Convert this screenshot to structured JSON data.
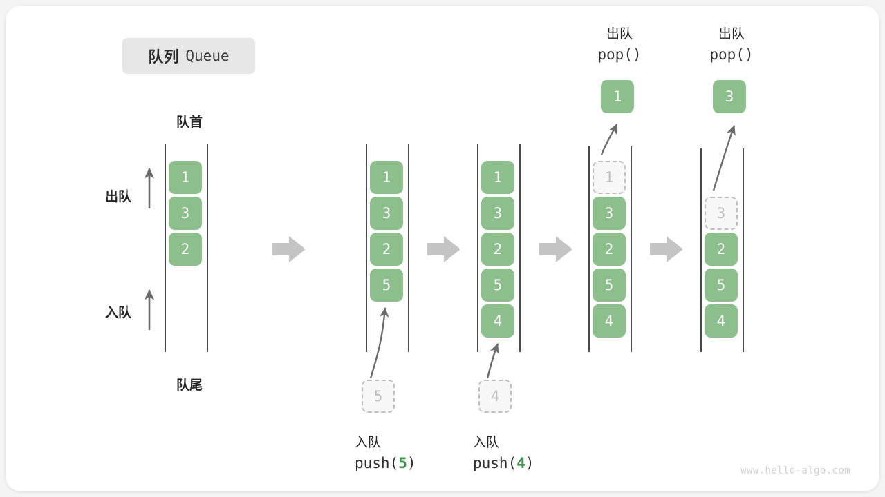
{
  "title": {
    "cn": "队列",
    "en": "Queue"
  },
  "head_label": "队首",
  "tail_label": "队尾",
  "side": {
    "dequeue": "出队",
    "enqueue": "入队"
  },
  "watermark": "www.hello-algo.com",
  "colors": {
    "item_fill": "#8cbf8c",
    "item_text": "#ffffff",
    "ghost_fill": "#f7f7f7",
    "ghost_border": "#bfbfbf",
    "ghost_text": "#bdbdbd",
    "rail": "#4a4a4a",
    "flow_arrow": "#c4c4c4",
    "accent_number": "#3f8f4f",
    "badge_bg": "#e6e6e6",
    "card_bg": "#ffffff",
    "page_bg": "#f4f4f4"
  },
  "columns": [
    {
      "id": "col-initial",
      "items": [
        "1",
        "3",
        "2"
      ],
      "ghost_index": -1,
      "top_caption": null,
      "popped": null,
      "pending": null,
      "bottom_caption": null
    },
    {
      "id": "col-push-5",
      "items": [
        "1",
        "3",
        "2",
        "5"
      ],
      "ghost_index": -1,
      "top_caption": null,
      "popped": null,
      "pending": "5",
      "bottom_caption": {
        "cn": "入队",
        "code_prefix": "push(",
        "code_num": "5",
        "code_suffix": ")"
      }
    },
    {
      "id": "col-push-4",
      "items": [
        "1",
        "3",
        "2",
        "5",
        "4"
      ],
      "ghost_index": -1,
      "top_caption": null,
      "popped": null,
      "pending": "4",
      "bottom_caption": {
        "cn": "入队",
        "code_prefix": "push(",
        "code_num": "4",
        "code_suffix": ")"
      }
    },
    {
      "id": "col-pop-1",
      "items": [
        "1",
        "3",
        "2",
        "5",
        "4"
      ],
      "ghost_index": 0,
      "top_caption": {
        "cn": "出队",
        "code": "pop()"
      },
      "popped": "1",
      "pending": null,
      "bottom_caption": null
    },
    {
      "id": "col-pop-3",
      "items": [
        "3",
        "2",
        "5",
        "4"
      ],
      "ghost_index": 0,
      "top_caption": {
        "cn": "出队",
        "code": "pop()"
      },
      "popped": "3",
      "pending": null,
      "bottom_caption": null
    }
  ],
  "flow_arrows": 4
}
